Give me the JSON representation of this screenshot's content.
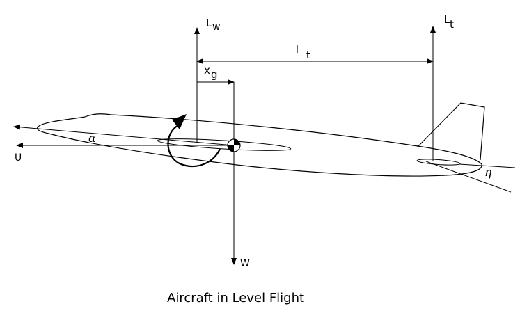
{
  "diagram": {
    "labels": {
      "lw_main": "L",
      "lw_sub": "w",
      "lt_main": "L",
      "lt_sub": "t",
      "l_main": "l",
      "l_sub": "t",
      "xg_main": "x",
      "xg_sub": "g",
      "u": "U",
      "w": "W",
      "alpha": "α",
      "eta": "η"
    },
    "caption": "Aircraft in Level Flight"
  }
}
